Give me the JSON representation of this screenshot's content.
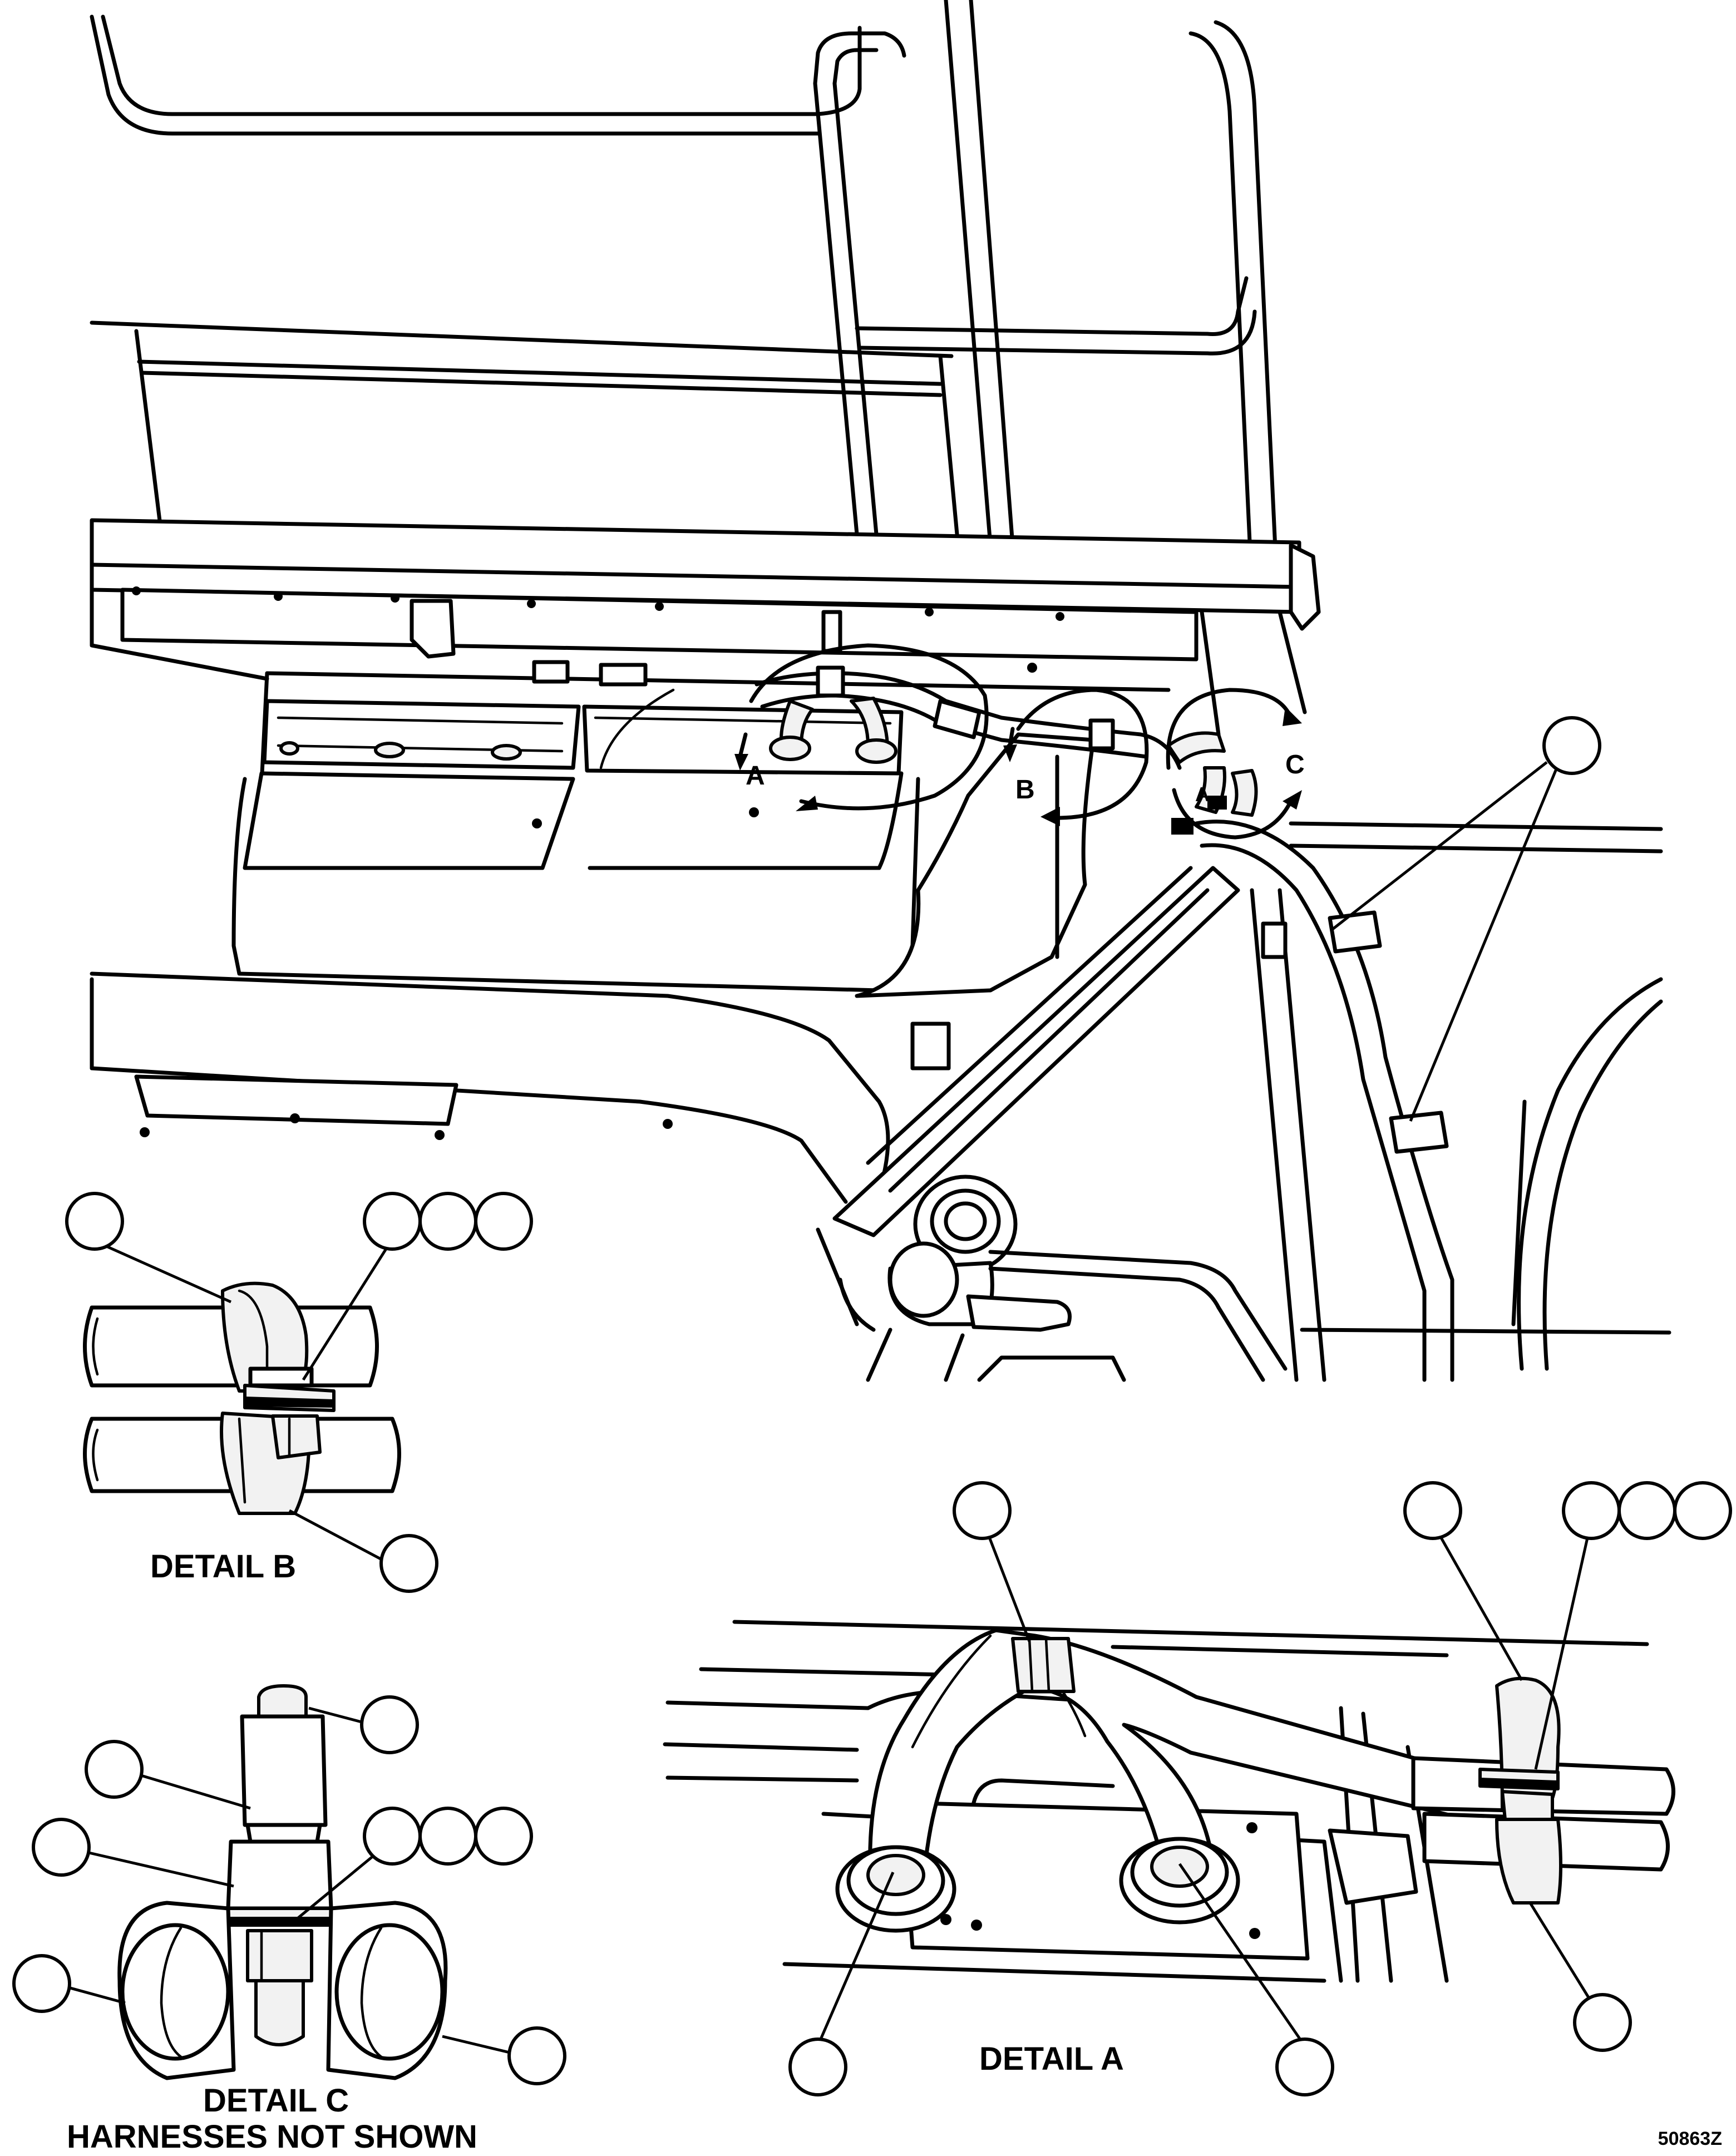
{
  "figure": {
    "view_labels": {
      "a": "A",
      "b": "B",
      "c": "C"
    },
    "callout_label_a_small": "A",
    "details": {
      "a": "DETAIL A",
      "b": "DETAIL B",
      "c_title": "DETAIL C",
      "c_note": "HARNESSES NOT SHOWN"
    },
    "figure_number": "50863Z"
  }
}
